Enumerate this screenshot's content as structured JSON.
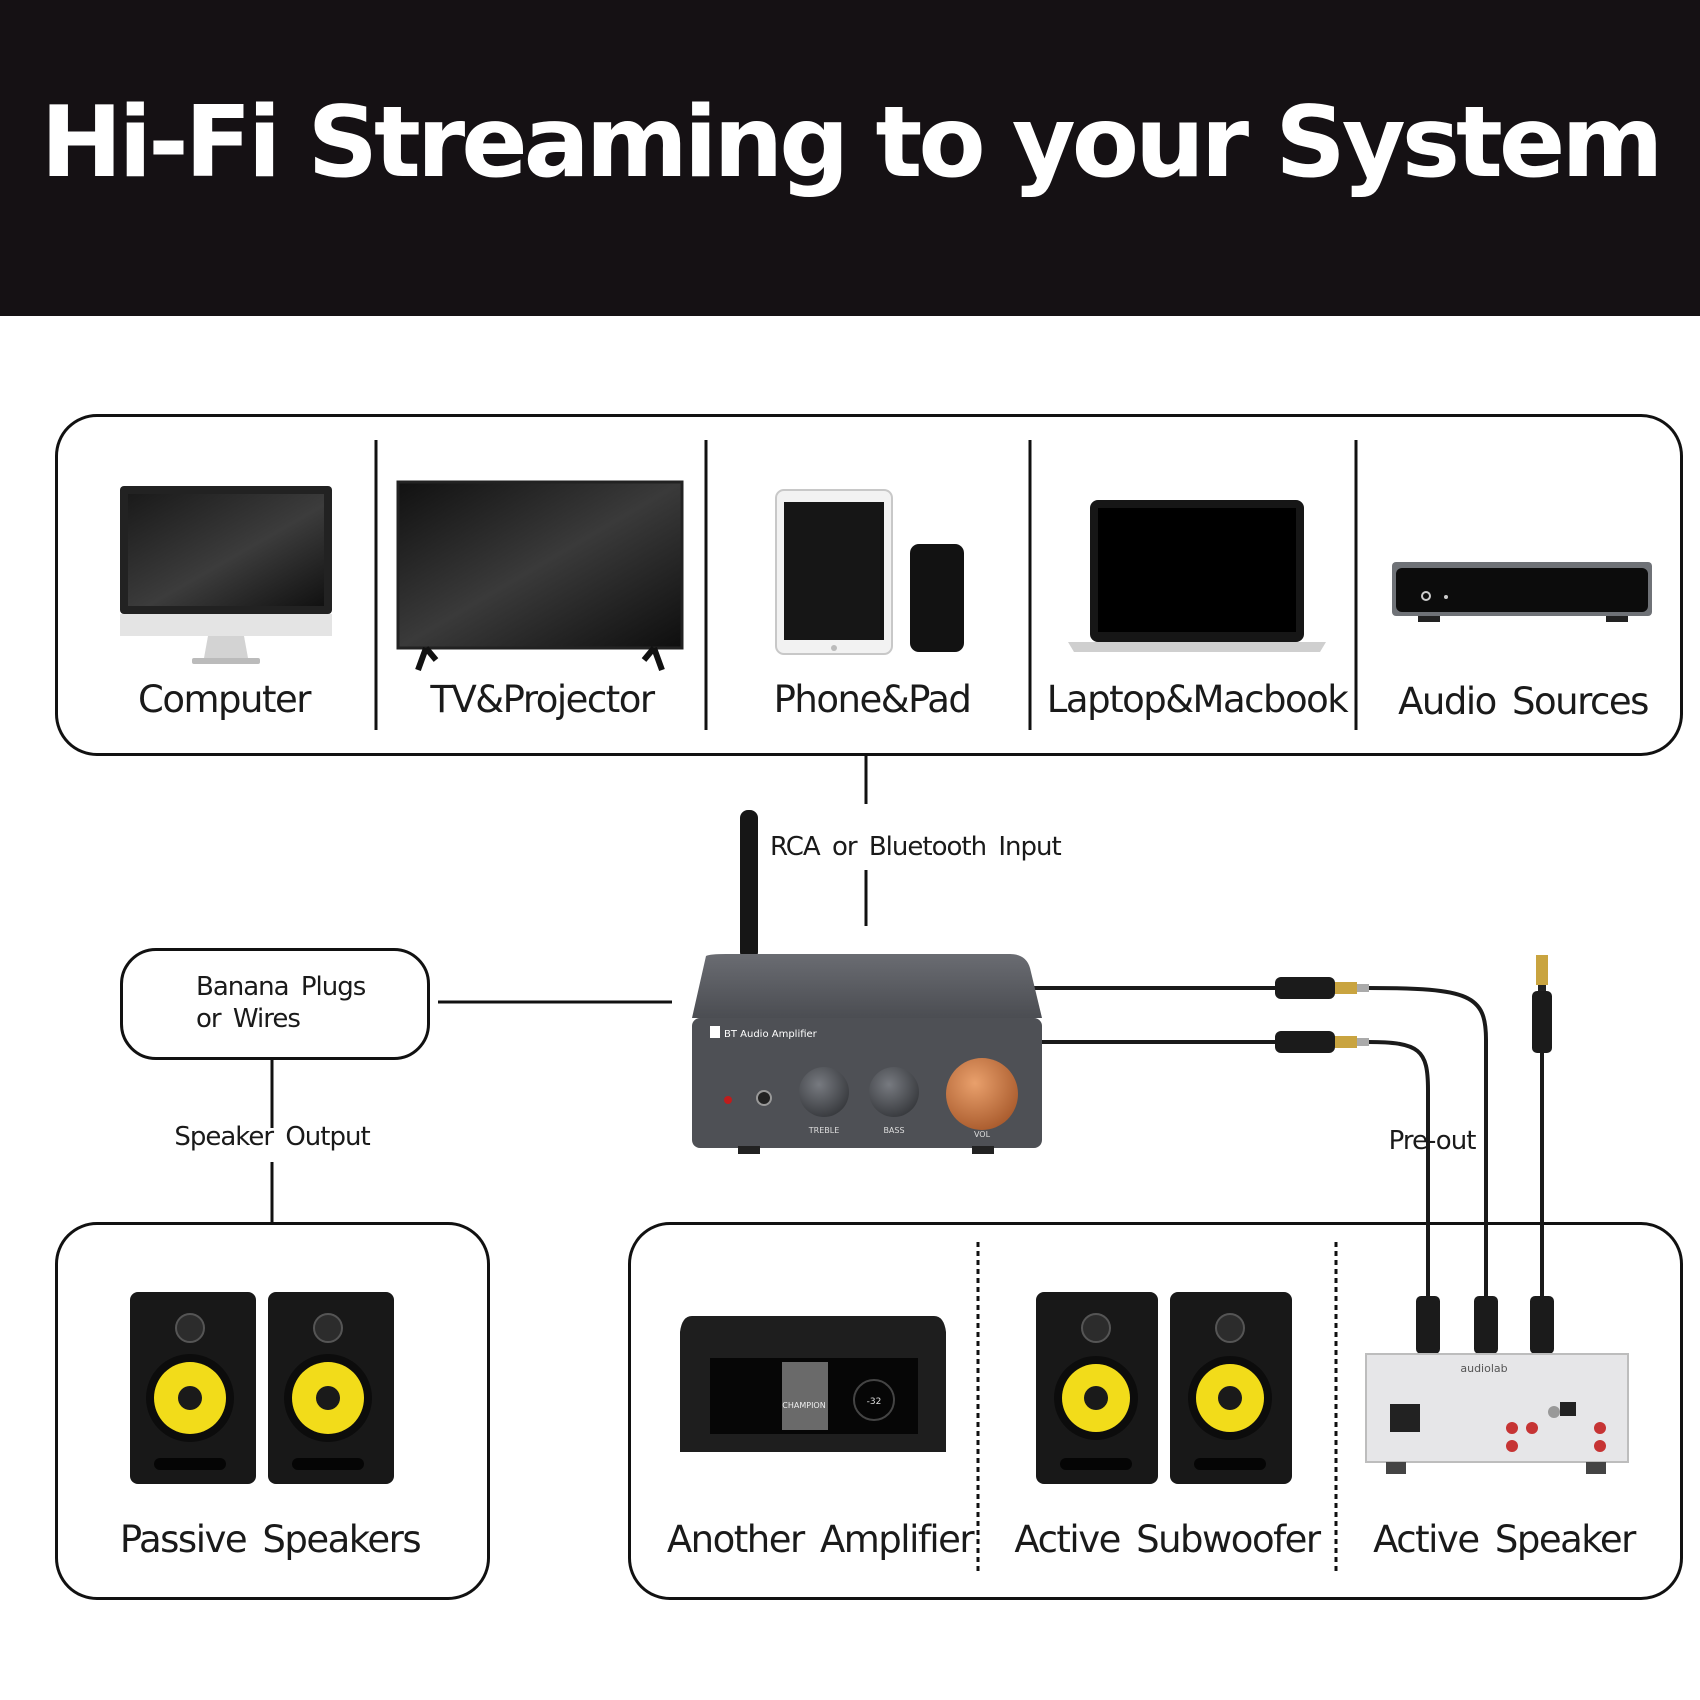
{
  "title": "Hi-Fi Streaming to your System",
  "sources": {
    "computer": "Computer",
    "tv": "TV&Projector",
    "phone": "Phone&Pad",
    "laptop": "Laptop&Macbook",
    "audio": "Audio Sources"
  },
  "connections": {
    "input": "RCA or Bluetooth Input",
    "banana": [
      "Banana Plugs",
      "or Wires"
    ],
    "speaker_output": "Speaker Output",
    "preout": "Pre-out"
  },
  "amplifier": {
    "brand": "BT Audio Amplifier",
    "knobs": [
      "TREBLE",
      "BASS",
      "VOL"
    ]
  },
  "outputs": {
    "passive": "Passive Speakers",
    "another": "Another Amplifier",
    "subwoofer": "Active Subwoofer",
    "active": "Active Speaker"
  },
  "device_text": {
    "audiolab": "audiolab",
    "champion": "CHAMPION",
    "volume": "-32"
  },
  "colors": {
    "header": "#151114",
    "amp_body": "#55575d",
    "vol_knob": "#c77a45",
    "speaker_cone": "#f2dc1a"
  }
}
